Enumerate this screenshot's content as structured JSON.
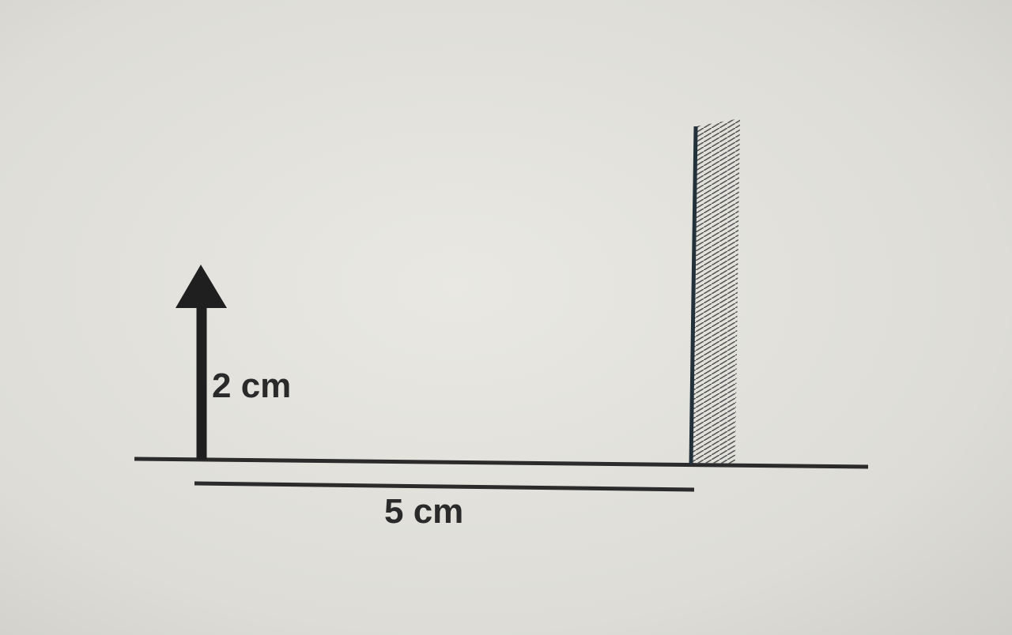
{
  "diagram": {
    "object_height_label": "2 cm",
    "distance_label": "5 cm",
    "colors": {
      "line": "#2b2b2b",
      "mirror_edge": "#23313a",
      "hatch": "#555555",
      "background": "#e3e2dd"
    },
    "icons": {
      "object": "upward-arrow-icon",
      "mirror": "hatched-plane-mirror"
    }
  }
}
